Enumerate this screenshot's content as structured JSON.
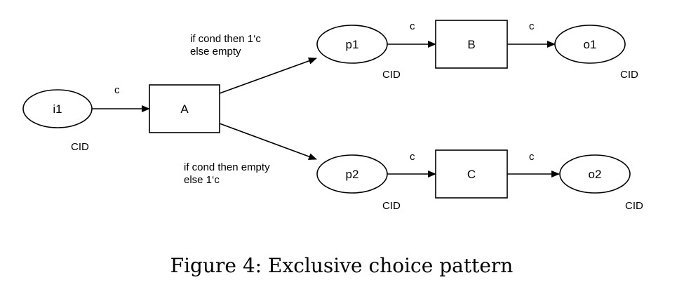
{
  "places": {
    "i1": {
      "name": "i1",
      "type": "CID"
    },
    "p1": {
      "name": "p1",
      "type": "CID"
    },
    "p2": {
      "name": "p2",
      "type": "CID"
    },
    "o1": {
      "name": "o1",
      "type": "CID"
    },
    "o2": {
      "name": "o2",
      "type": "CID"
    }
  },
  "transitions": {
    "A": {
      "name": "A"
    },
    "B": {
      "name": "B"
    },
    "C": {
      "name": "C"
    }
  },
  "arcs": {
    "i1_A": {
      "label": "c"
    },
    "A_p1": {
      "label_line1": "if cond then 1‘c",
      "label_line2": "else empty"
    },
    "A_p2": {
      "label_line1": "if cond then  empty",
      "label_line2": "else 1‘c"
    },
    "p1_B": {
      "label": "c"
    },
    "B_o1": {
      "label": "c"
    },
    "p2_C": {
      "label": "c"
    },
    "C_o2": {
      "label": "c"
    }
  },
  "caption": "Figure 4: Exclusive choice pattern"
}
